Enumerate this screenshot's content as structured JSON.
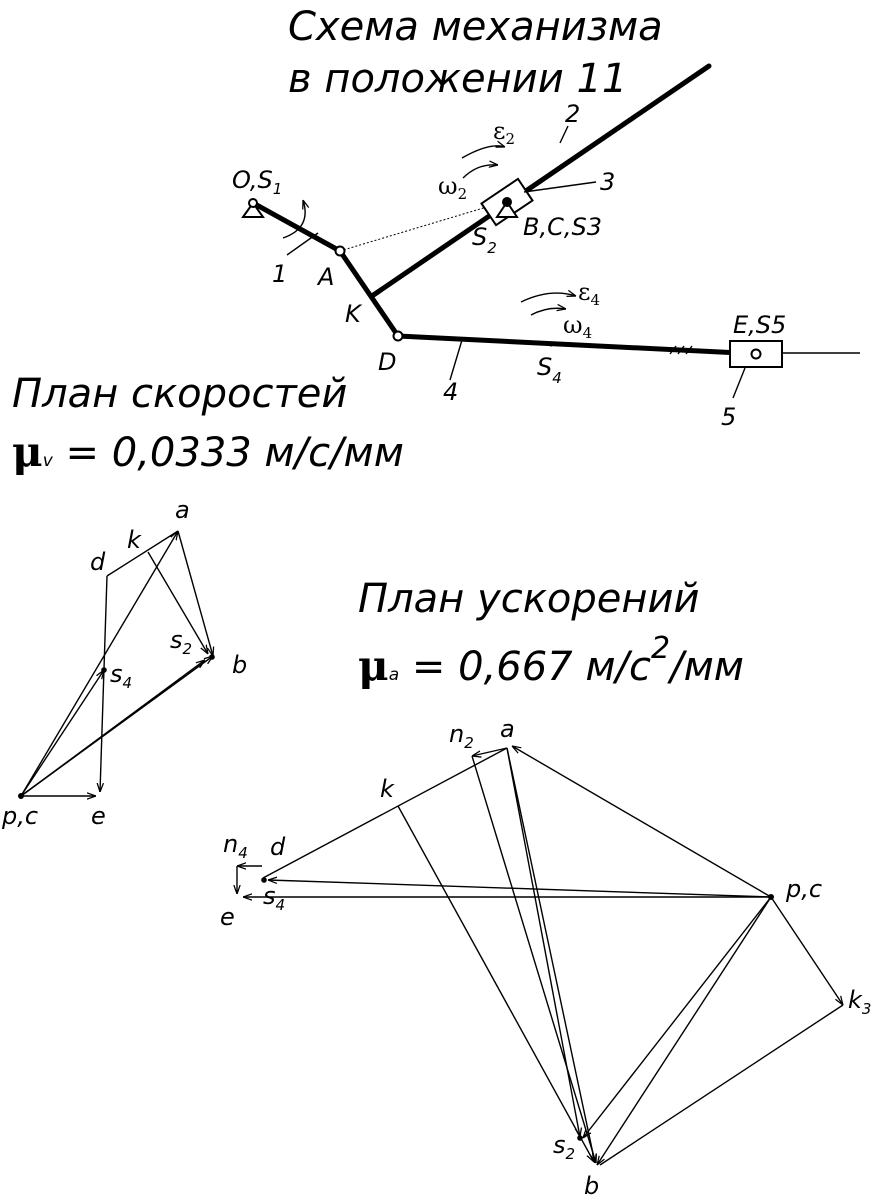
{
  "mechanism": {
    "title_line1": "Схема механизма",
    "title_line2": "в положении 11",
    "labels": {
      "o": "O,S",
      "o_sub": "1",
      "a": "A",
      "k": "K",
      "d": "D",
      "bcs": "B,C,S",
      "bcs_sub": "3",
      "s2": "S",
      "s2_sub": "2",
      "s4": "S",
      "s4_sub": "4",
      "es": "E,S",
      "es_sub": "5",
      "link1": "1",
      "link2": "2",
      "link3": "3",
      "link4": "4",
      "link5": "5",
      "eps2": "ε",
      "eps2_sub": "2",
      "omega2": "ω",
      "omega2_sub": "2",
      "eps4": "ε",
      "eps4_sub": "4",
      "omega4": "ω",
      "omega4_sub": "4"
    }
  },
  "velocity_plan": {
    "title": "План скоростей",
    "mu_symbol": "μ",
    "mu_sub": "v",
    "mu_value": " = 0,0333 м/с/мм",
    "labels": {
      "a": "a",
      "k": "k",
      "d": "d",
      "s2": "s",
      "s2_sub": "2",
      "b": "b",
      "s4": "s",
      "s4_sub": "4",
      "pc": "p,c",
      "e": "e"
    }
  },
  "acceleration_plan": {
    "title": "План ускорений",
    "mu_symbol": "μ",
    "mu_sub": "a",
    "mu_value": " = 0,667 м/с",
    "mu_power": "2",
    "mu_unit": "/мм",
    "labels": {
      "n2": "n",
      "n2_sub": "2",
      "a": "a",
      "k": "k",
      "n4": "n",
      "n4_sub": "4",
      "d": "d",
      "s4": "s",
      "s4_sub": "4",
      "e": "e",
      "pc": "p,c",
      "k3": "k",
      "k3_sub": "3",
      "s2": "s",
      "s2_sub": "2",
      "b": "b"
    }
  }
}
